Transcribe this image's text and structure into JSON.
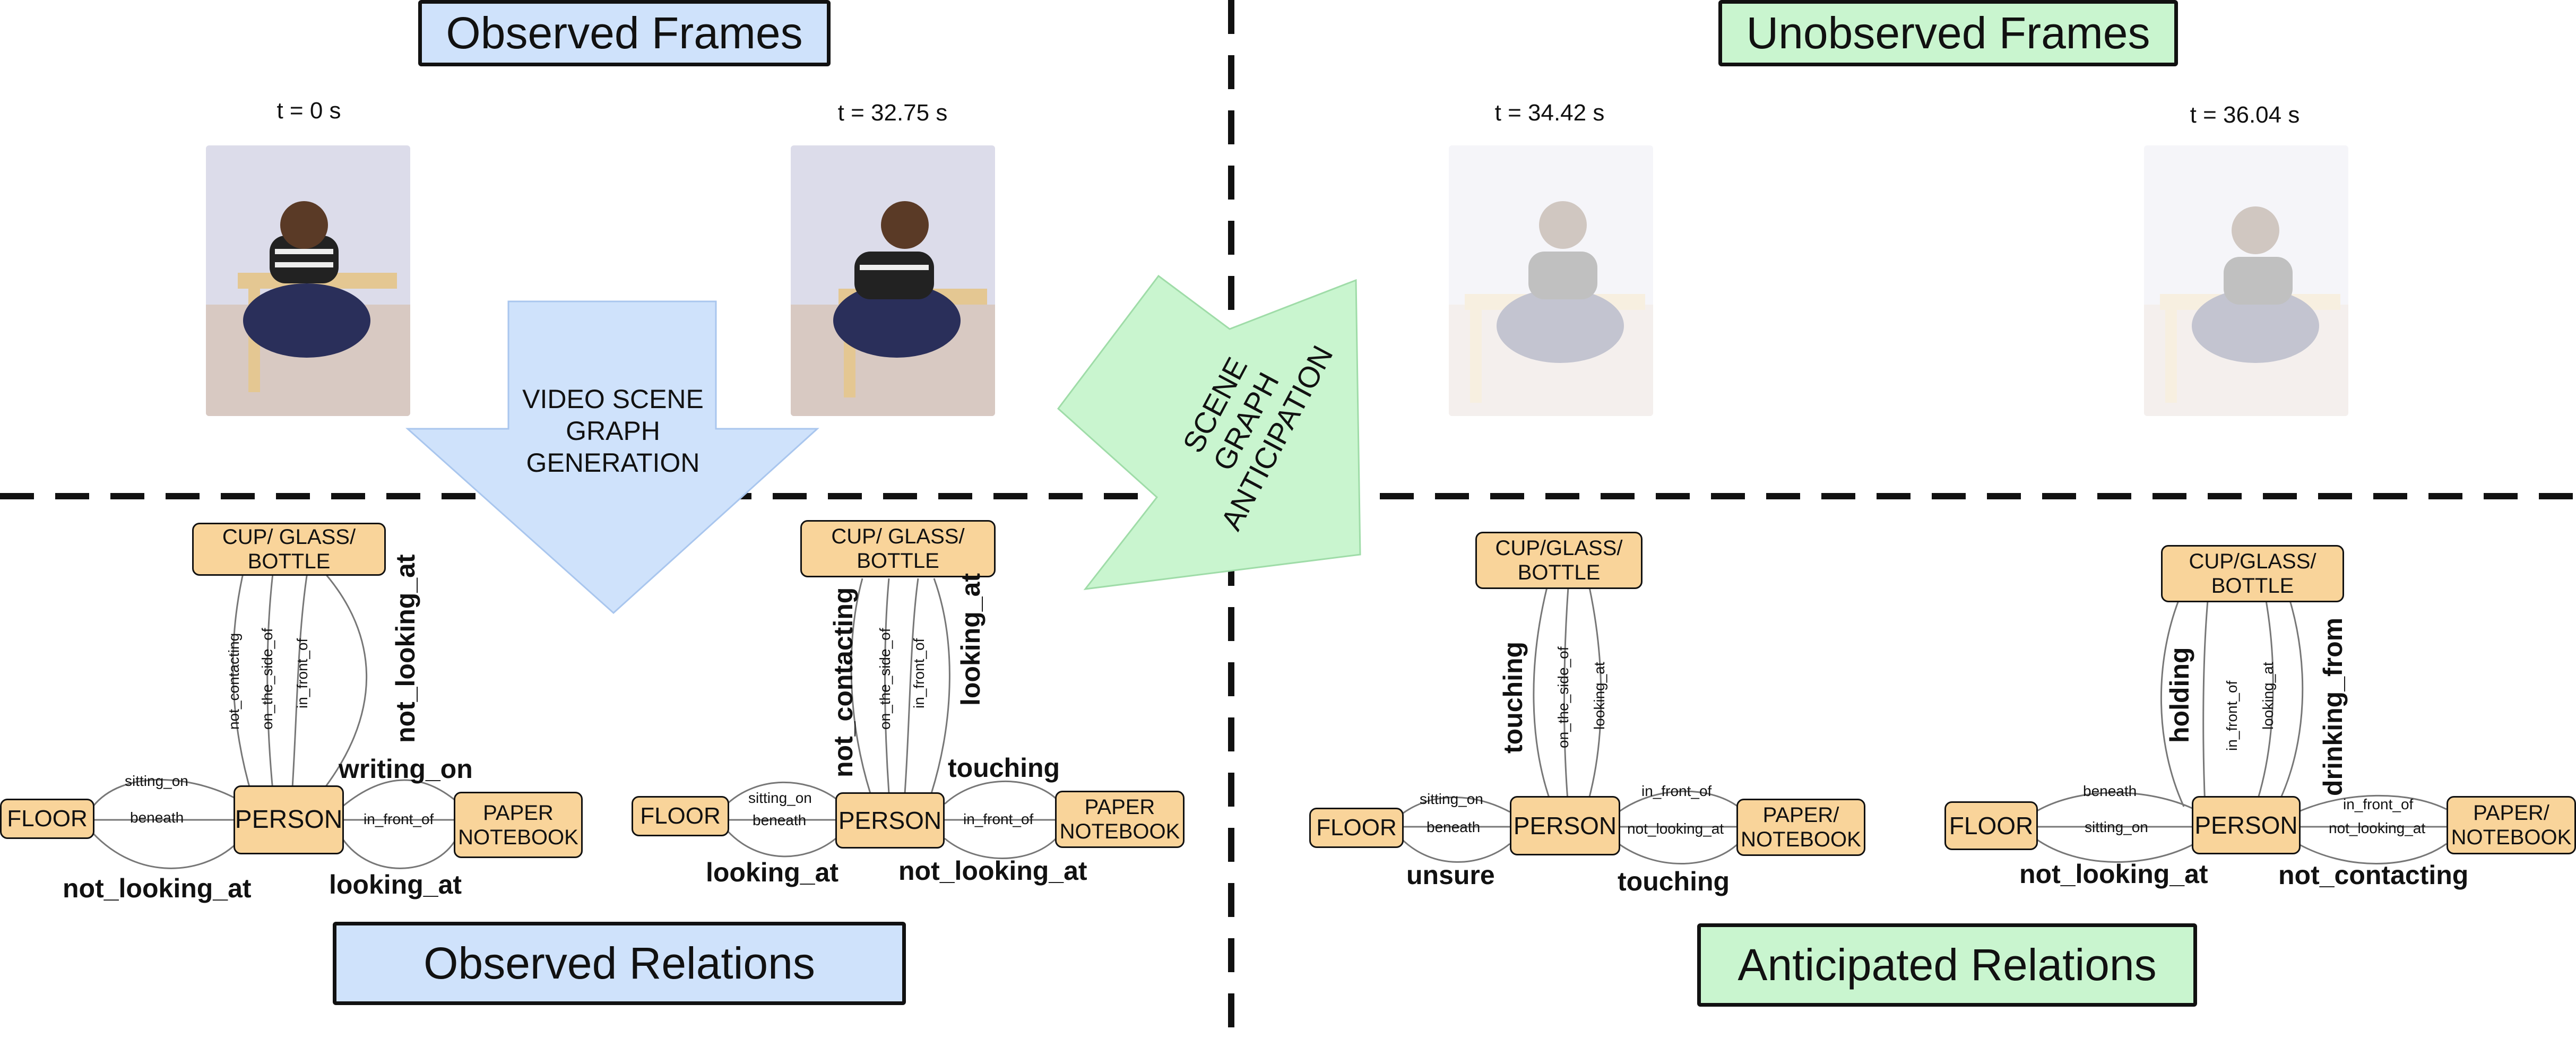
{
  "headers": {
    "observed_frames": "Observed Frames",
    "unobserved_frames": "Unobserved Frames",
    "observed_relations": "Observed Relations",
    "anticipated_relations": "Anticipated Relations"
  },
  "timestamps": [
    "t = 0 s",
    "t = 32.75 s",
    "t = 34.42 s",
    "t = 36.04 s"
  ],
  "arrows": {
    "generation": [
      "VIDEO SCENE",
      "GRAPH",
      "GENERATION"
    ],
    "anticipation": [
      "SCENE",
      "GRAPH",
      "ANTICIPATION"
    ]
  },
  "colors": {
    "observed": "#cfe2fb",
    "anticipated": "#c9f5cf",
    "node": "#f9d49a"
  },
  "graphs": [
    {
      "nodes": {
        "object": [
          "CUP/ GLASS/",
          "BOTTLE"
        ],
        "floor": "FLOOR",
        "person": "PERSON",
        "paper": [
          "PAPER",
          "NOTEBOOK"
        ]
      },
      "object_edges_small": [
        "not_contacting",
        "on_the_side_of",
        "in_front_of"
      ],
      "object_edges_large": [
        "not_looking_at"
      ],
      "floor_top": "sitting_on",
      "floor_mid": "beneath",
      "floor_bottom": "not_looking_at",
      "paper_top": "writing_on",
      "paper_mid": "in_front_of",
      "paper_bottom": "looking_at"
    },
    {
      "nodes": {
        "object": [
          "CUP/ GLASS/",
          "BOTTLE"
        ],
        "floor": "FLOOR",
        "person": "PERSON",
        "paper": [
          "PAPER",
          "NOTEBOOK"
        ]
      },
      "object_edges_small": [
        "on_the_side_of",
        "in_front_of"
      ],
      "object_edges_large": [
        "not_contacting",
        "looking_at"
      ],
      "floor_top": "sitting_on",
      "floor_mid": "beneath",
      "floor_bottom": "looking_at",
      "paper_top": "touching",
      "paper_mid": "in_front_of",
      "paper_bottom": "not_looking_at"
    },
    {
      "nodes": {
        "object": [
          "CUP/GLASS/",
          "BOTTLE"
        ],
        "floor": "FLOOR",
        "person": "PERSON",
        "paper": [
          "PAPER/",
          "NOTEBOOK"
        ]
      },
      "object_edges_small": [
        "on_the_side_of",
        "looking_at"
      ],
      "object_edges_large": [
        "touching"
      ],
      "floor_top": "sitting_on",
      "floor_mid": "beneath",
      "floor_bottom": "unsure",
      "paper_top": "in_front_of",
      "paper_mid": "not_looking_at",
      "paper_bottom": "touching"
    },
    {
      "nodes": {
        "object": [
          "CUP/GLASS/",
          "BOTTLE"
        ],
        "floor": "FLOOR",
        "person": "PERSON",
        "paper": [
          "PAPER/",
          "NOTEBOOK"
        ]
      },
      "object_edges_small": [
        "in_front_of",
        "looking_at"
      ],
      "object_edges_large": [
        "holding",
        "drinking_from"
      ],
      "floor_top": "beneath",
      "floor_mid": "sitting_on",
      "floor_bottom": "not_looking_at",
      "paper_top": "in_front_of",
      "paper_mid": "not_looking_at",
      "paper_bottom": "not_contacting"
    }
  ]
}
